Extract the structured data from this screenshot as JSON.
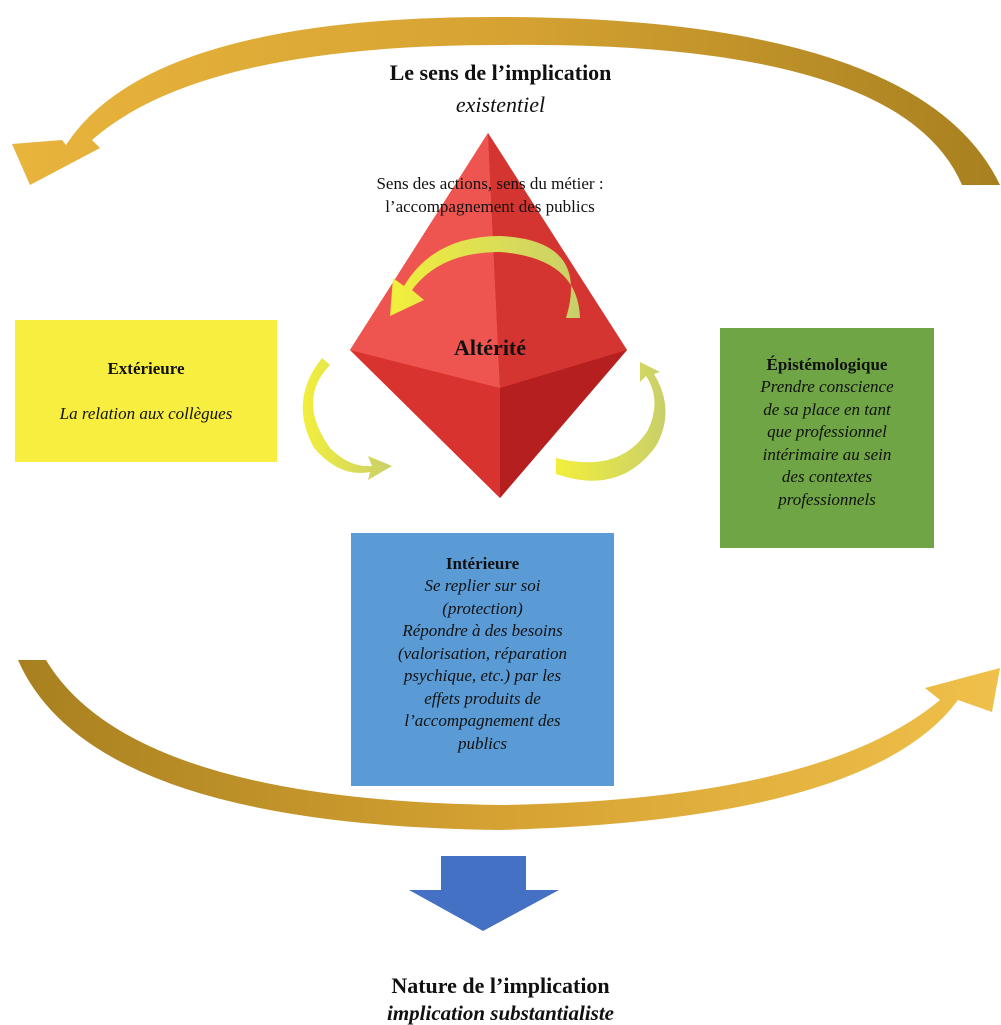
{
  "top": {
    "title": "Le sens de l’implication",
    "subtitle": "existentiel",
    "caption_line1": "Sens des actions, sens du métier :",
    "caption_line2": "l’accompagnement des publics"
  },
  "center": {
    "label": "Altérité"
  },
  "exterieure": {
    "title": "Extérieure",
    "text": "La relation aux collègues",
    "color": "#f7ee3f"
  },
  "epistemologique": {
    "title": "Épistémologique",
    "lines": [
      "Prendre conscience",
      "de sa place en tant",
      "que professionnel",
      "intérimaire au sein",
      "des contextes",
      "professionnels"
    ],
    "color": "#6fa544"
  },
  "interieure": {
    "title": "Intérieure",
    "lines": [
      "Se replier sur soi",
      "(protection)",
      "Répondre à des besoins",
      "(valorisation, réparation",
      "psychique, etc.) par les",
      "effets produits de",
      "l’accompagnement des",
      "publics"
    ],
    "color": "#5b9bd5"
  },
  "bottom": {
    "title": "Nature de l’implication",
    "subtitle": "implication substantialiste"
  },
  "colors": {
    "gold_arrow": "#d9a532",
    "diamond": "#e23b35",
    "small_arrows": "#e8e84a",
    "down_arrow": "#4471c4"
  }
}
